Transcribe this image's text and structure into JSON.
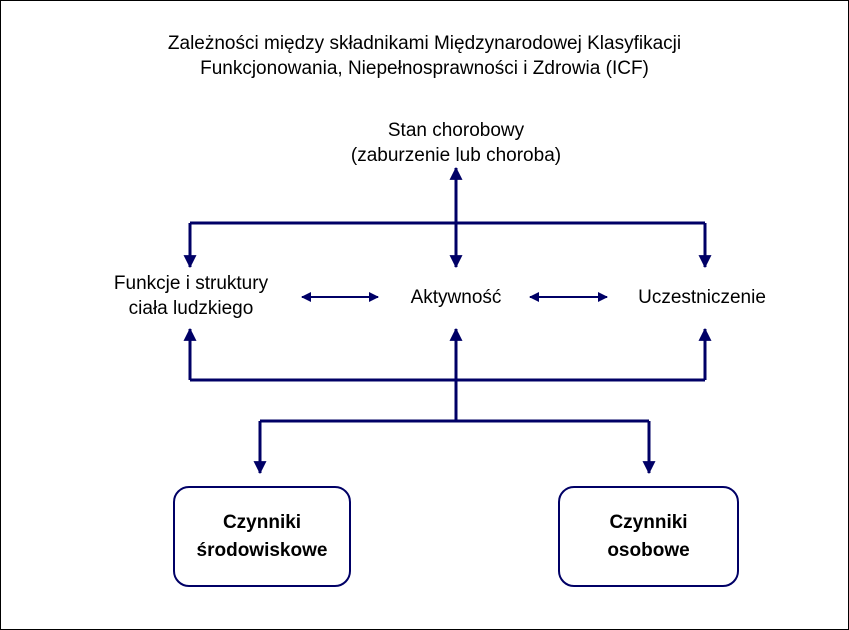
{
  "title": {
    "line1": "Zależności między składnikami Międzynarodowej Klasyfikacji",
    "line2": "Funkcjonowania, Niepełnosprawności i Zdrowia (ICF)"
  },
  "nodes": {
    "health_condition": {
      "line1": "Stan chorobowy",
      "line2": "(zaburzenie lub choroba)"
    },
    "body_functions": {
      "line1": "Funkcje i struktury",
      "line2": "ciała ludzkiego"
    },
    "activity": {
      "line1": "Aktywność"
    },
    "participation": {
      "line1": "Uczestniczenie"
    },
    "environmental_factors": {
      "line1": "Czynniki",
      "line2": "środowiskowe"
    },
    "personal_factors": {
      "line1": "Czynniki",
      "line2": "osobowe"
    }
  },
  "colors": {
    "connector": "#000066",
    "text": "#000000",
    "background": "#ffffff"
  }
}
